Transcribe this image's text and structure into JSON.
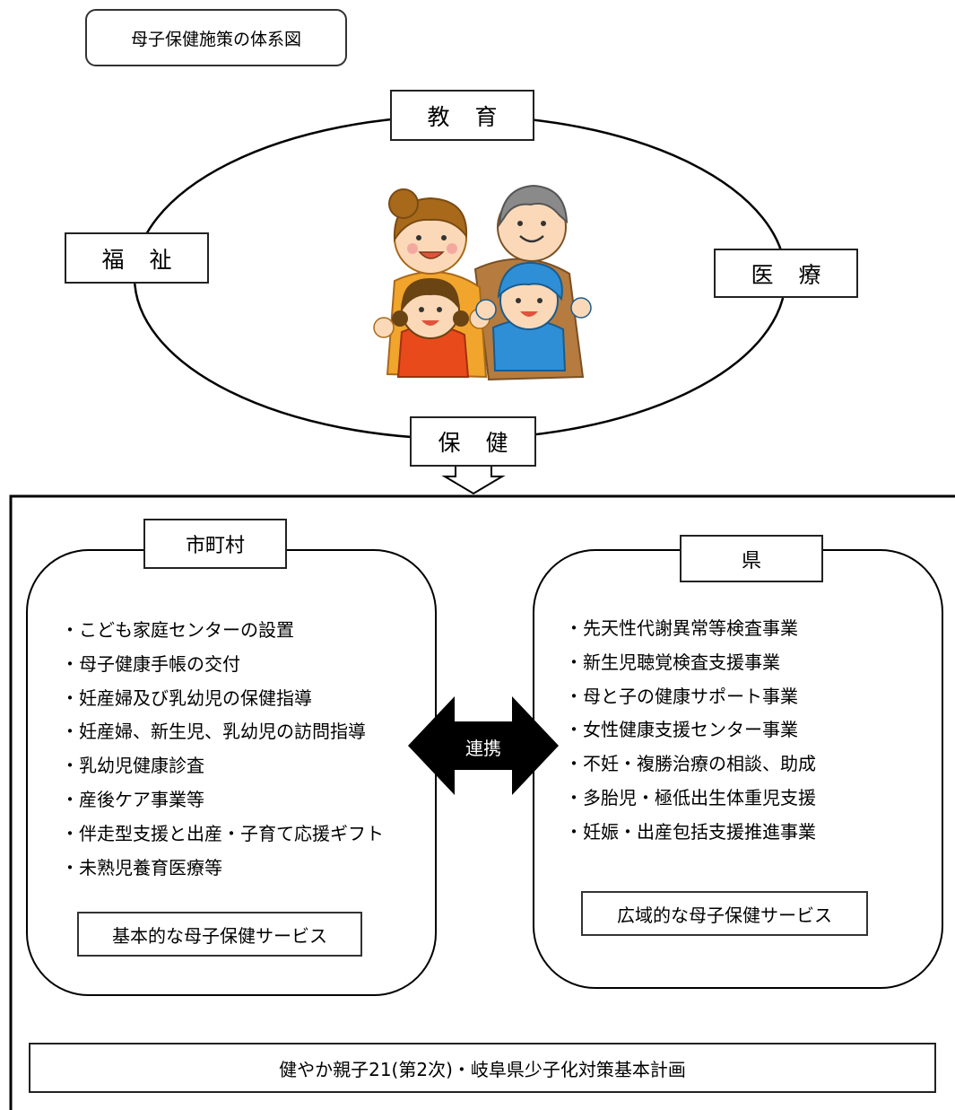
{
  "title": "母子保健施策の体系図",
  "nodes": {
    "education": "教 育",
    "welfare": "福 祉",
    "medical": "医 療",
    "health": "保 健"
  },
  "municipal": {
    "label": "市町村",
    "items": [
      "・こども家庭センターの設置",
      "・母子健康手帳の交付",
      "・妊産婦及び乳幼児の保健指導",
      "・妊産婦、新生児、乳幼児の訪問指導",
      "・乳幼児健康診査",
      "・産後ケア事業等",
      "・伴走型支援と出産・子育て応援ギフト",
      "・未熟児養育医療等"
    ],
    "service": "基本的な母子保健サービス"
  },
  "prefecture": {
    "label": "県",
    "items": [
      "・先天性代謝異常等検査事業",
      "・新生児聴覚検査支援事業",
      "・母と子の健康サポート事業",
      "・女性健康支援センター事業",
      "・不妊・複勝治療の相談、助成",
      "・多胎児・極低出生体重児支援",
      "・妊娠・出産包括支援推進事業"
    ],
    "service": "広域的な母子保健サービス"
  },
  "link_label": "連携",
  "footer": "健やか親子21(第2次)・岐阜県少子化対策基本計画"
}
